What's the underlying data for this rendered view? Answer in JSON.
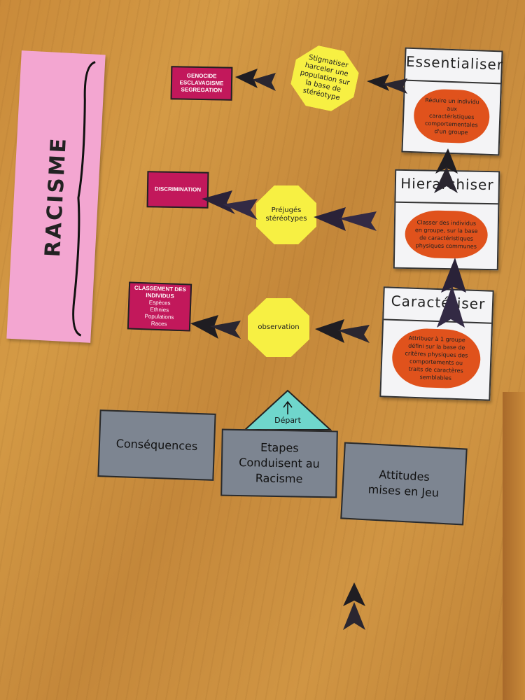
{
  "band": {
    "label": "RACISME"
  },
  "consequences": {
    "genocide": [
      "GENOCIDE",
      "ESCLAVAGISME",
      "SEGREGATION"
    ],
    "discrimination": "DISCRIMINATION",
    "classement_title": "CLASSEMENT DES INDIVIDUS",
    "classement_items": [
      "Espèces",
      "Ethnies",
      "Populations",
      "Races"
    ]
  },
  "attitudes": {
    "stigmatiser": "Stigmatiser harceler une population sur la base de stéréotype",
    "prejuges": "Préjugés stéréotypes",
    "observation": "observation"
  },
  "steps": {
    "essentialiser": {
      "title": "Essentialiser",
      "text": "Réduire un individu aux caractéristiques comportementales d'un groupe"
    },
    "hierarchiser": {
      "title": "Hierarchiser",
      "text": "Classer des individus en groupe, sur la base de caractéristiques physiques communes"
    },
    "caracteriser": {
      "title": "Caractériser",
      "text": "Attribuer à 1 groupe défini sur la base de critères physiques des comportements ou traits de caractères semblables"
    }
  },
  "legend": {
    "depart": "Départ",
    "consequences": "Conséquences",
    "etapes": "Etapes Conduisent au Racisme",
    "attitudes": "Attitudes mises en Jeu"
  },
  "colors": {
    "pink": "#f3a6d1",
    "magenta": "#c2185b",
    "yellow": "#f7f043",
    "orange": "#e0521c",
    "gray": "#7d8591",
    "teal": "#6fd6cc",
    "wood": "#c98a3a"
  }
}
